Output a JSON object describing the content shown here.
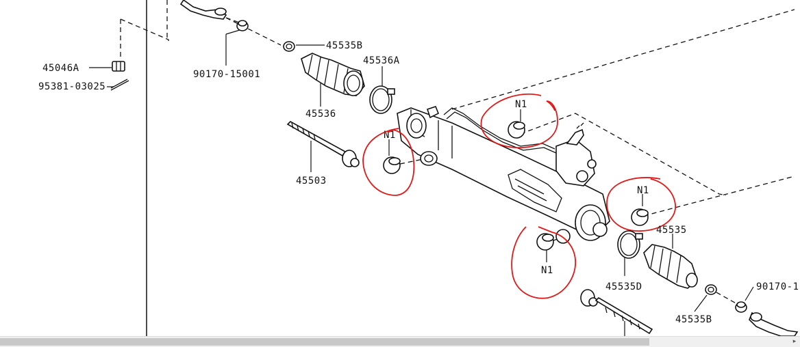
{
  "labels": {
    "nut_45046a": "45046A",
    "pin_95381": "95381-03025",
    "bush_90170_top": "90170-15001",
    "clamp_45535b_top": "45535B",
    "clamp_45536a": "45536A",
    "boot_45536": "45536",
    "tierod_45503": "45503",
    "boot_45535": "45535",
    "clamp_45535d": "45535D",
    "clamp_45535b_bottom": "45535B",
    "bush_90170_right": "90170-1"
  },
  "callouts": [
    {
      "name": "n1-callout-top",
      "text": "N1"
    },
    {
      "name": "n1-callout-left",
      "text": "N1"
    },
    {
      "name": "n1-callout-right",
      "text": "N1"
    },
    {
      "name": "n1-callout-bottom",
      "text": "N1"
    }
  ],
  "colors": {
    "line": "#111111",
    "annotation": "#e01818",
    "scrollbar_track": "#f0f0f0",
    "scrollbar_thumb": "#c8c8c8"
  },
  "scrollbar": {
    "arrow_icon": "chevron-right-icon",
    "arrow_glyph": "▸"
  }
}
